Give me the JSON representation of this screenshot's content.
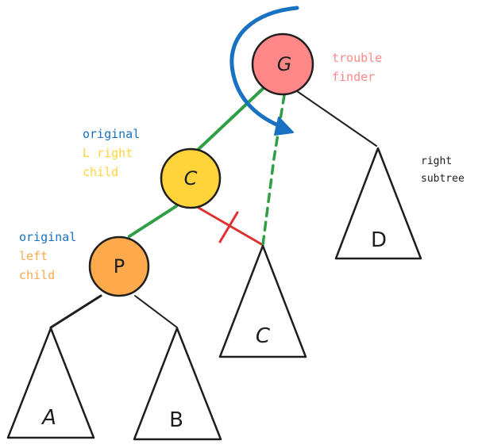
{
  "colors": {
    "blue": "#1971c2",
    "green": "#2f9e44",
    "red": "#e03131",
    "pink_node": "#ff8787",
    "yellow_node": "#ffd43b",
    "orange_node": "#ffa94d",
    "black": "#1e1e1e"
  },
  "nodes": {
    "g": {
      "letter": "G"
    },
    "c": {
      "letter": "C"
    },
    "p": {
      "letter": "P"
    }
  },
  "subtrees": {
    "a": {
      "letter": "A"
    },
    "b": {
      "letter": "B"
    },
    "c": {
      "letter": "C"
    },
    "d": {
      "letter": "D"
    }
  },
  "labels": {
    "trouble_finder": [
      "trouble",
      "finder"
    ],
    "original_right_child": {
      "line1": "original",
      "line2": "L right",
      "line3": "child"
    },
    "original_left_child": {
      "line1": "original",
      "line2": "left",
      "line3": "child"
    },
    "right_subtree": [
      "right",
      "subtree"
    ]
  }
}
